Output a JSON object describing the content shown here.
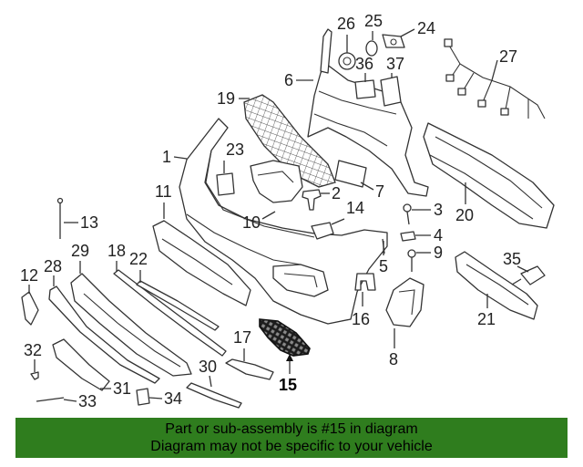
{
  "highlighted_part": "15",
  "callouts": [
    {
      "id": "1",
      "label": "1"
    },
    {
      "id": "2",
      "label": "2"
    },
    {
      "id": "3",
      "label": "3"
    },
    {
      "id": "4",
      "label": "4"
    },
    {
      "id": "5",
      "label": "5"
    },
    {
      "id": "6",
      "label": "6"
    },
    {
      "id": "7",
      "label": "7"
    },
    {
      "id": "8",
      "label": "8"
    },
    {
      "id": "9",
      "label": "9"
    },
    {
      "id": "10",
      "label": "10"
    },
    {
      "id": "11",
      "label": "11"
    },
    {
      "id": "12",
      "label": "12"
    },
    {
      "id": "13",
      "label": "13"
    },
    {
      "id": "14",
      "label": "14"
    },
    {
      "id": "15",
      "label": "15"
    },
    {
      "id": "16",
      "label": "16"
    },
    {
      "id": "17",
      "label": "17"
    },
    {
      "id": "18",
      "label": "18"
    },
    {
      "id": "19",
      "label": "19"
    },
    {
      "id": "20",
      "label": "20"
    },
    {
      "id": "21",
      "label": "21"
    },
    {
      "id": "22",
      "label": "22"
    },
    {
      "id": "23",
      "label": "23"
    },
    {
      "id": "24",
      "label": "24"
    },
    {
      "id": "25",
      "label": "25"
    },
    {
      "id": "26",
      "label": "26"
    },
    {
      "id": "27",
      "label": "27"
    },
    {
      "id": "28",
      "label": "28"
    },
    {
      "id": "29",
      "label": "29"
    },
    {
      "id": "30",
      "label": "30"
    },
    {
      "id": "31",
      "label": "31"
    },
    {
      "id": "32",
      "label": "32"
    },
    {
      "id": "33",
      "label": "33"
    },
    {
      "id": "34",
      "label": "34"
    },
    {
      "id": "35",
      "label": "35"
    },
    {
      "id": "36",
      "label": "36"
    },
    {
      "id": "37",
      "label": "37"
    }
  ],
  "footer": {
    "line1": "Part or sub-assembly is #15 in diagram",
    "line2": "Diagram may not be specific to your vehicle",
    "background_color": "#2f7d1e"
  }
}
